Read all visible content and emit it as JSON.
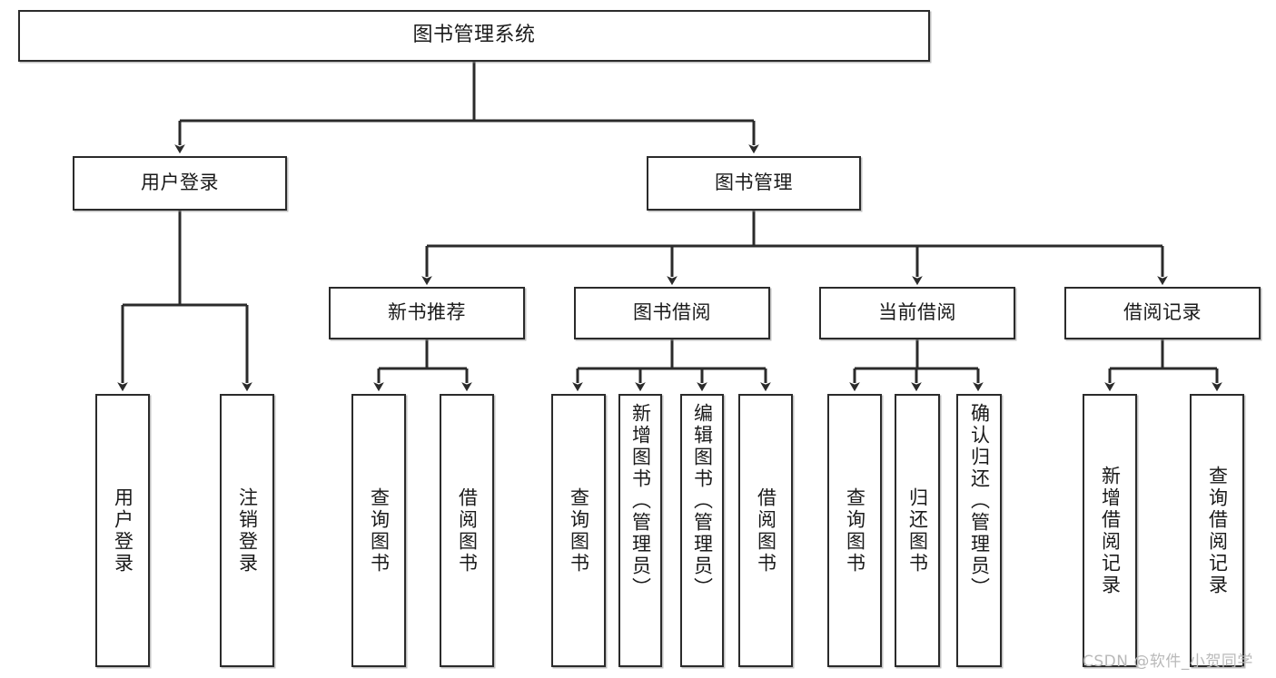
{
  "diagram": {
    "title": "图书管理系统",
    "type": "tree",
    "background_color": "#ffffff",
    "line_color": "#2b2b2b",
    "text_color": "#1a1a1a",
    "nodes": {
      "root": {
        "label": "图书管理系统"
      },
      "level2": [
        {
          "id": "user-login",
          "label": "用户登录"
        },
        {
          "id": "book-manage",
          "label": "图书管理"
        }
      ],
      "level3": [
        {
          "id": "new-book-recommend",
          "label": "新书推荐"
        },
        {
          "id": "book-borrow",
          "label": "图书借阅"
        },
        {
          "id": "current-borrow",
          "label": "当前借阅"
        },
        {
          "id": "borrow-record",
          "label": "借阅记录"
        }
      ],
      "leaves": [
        {
          "id": "leaf-user-login",
          "label": "用户登录",
          "parent": "user-login"
        },
        {
          "id": "leaf-logout-login",
          "label": "注销登录",
          "parent": "user-login"
        },
        {
          "id": "leaf-query-book-1",
          "label": "查询图书",
          "parent": "new-book-recommend"
        },
        {
          "id": "leaf-borrow-book-1",
          "label": "借阅图书",
          "parent": "new-book-recommend"
        },
        {
          "id": "leaf-query-book-2",
          "label": "查询图书",
          "parent": "book-borrow"
        },
        {
          "id": "leaf-add-book",
          "label": "新增图书（管理员）",
          "parent": "book-borrow"
        },
        {
          "id": "leaf-edit-book",
          "label": "编辑图书（管理员）",
          "parent": "book-borrow"
        },
        {
          "id": "leaf-borrow-book-2",
          "label": "借阅图书",
          "parent": "book-borrow"
        },
        {
          "id": "leaf-query-book-3",
          "label": "查询图书",
          "parent": "current-borrow"
        },
        {
          "id": "leaf-return-book",
          "label": "归还图书",
          "parent": "current-borrow"
        },
        {
          "id": "leaf-confirm-return",
          "label": "确认归还（管理员）",
          "parent": "current-borrow"
        },
        {
          "id": "leaf-add-record",
          "label": "新增借阅记录",
          "parent": "borrow-record"
        },
        {
          "id": "leaf-query-record",
          "label": "查询借阅记录",
          "parent": "borrow-record"
        }
      ]
    },
    "watermark": "CSDN @软件_小贺同学"
  }
}
